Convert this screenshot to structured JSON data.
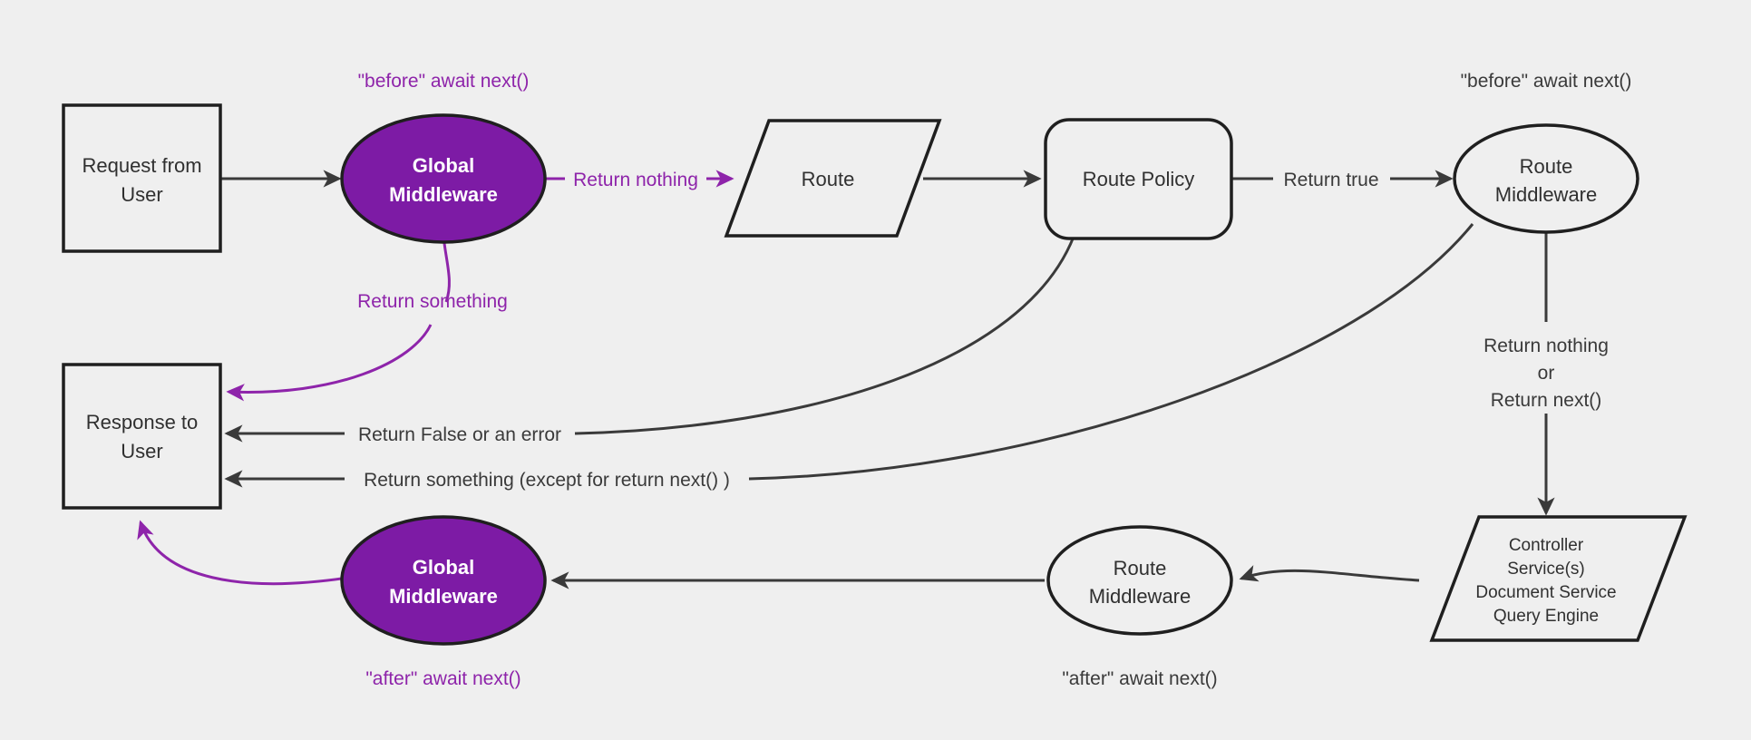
{
  "diagram": {
    "title": "Middleware Request Lifecycle Flow",
    "background_color": "#efefef",
    "accent_color": "#7d1ba5",
    "edge_color": "#3a3a3a",
    "purple_edge_color": "#8e24aa"
  },
  "nodes": {
    "request": {
      "line1": "Request from",
      "line2": "User",
      "shape": "rectangle"
    },
    "global_middleware_top": {
      "line1": "Global",
      "line2": "Middleware",
      "shape": "ellipse",
      "fill": "#7d1ba5"
    },
    "route": {
      "line1": "Route",
      "shape": "parallelogram"
    },
    "route_policy": {
      "line1": "Route Policy",
      "shape": "rounded-rectangle"
    },
    "route_middleware_top": {
      "line1": "Route",
      "line2": "Middleware",
      "shape": "ellipse"
    },
    "controller": {
      "line1": "Controller",
      "line2": "Service(s)",
      "line3": "Document Service",
      "line4": "Query Engine",
      "shape": "parallelogram"
    },
    "route_middleware_bottom": {
      "line1": "Route",
      "line2": "Middleware",
      "shape": "ellipse"
    },
    "global_middleware_bottom": {
      "line1": "Global",
      "line2": "Middleware",
      "shape": "ellipse",
      "fill": "#7d1ba5"
    },
    "response": {
      "line1": "Response to",
      "line2": "User",
      "shape": "rectangle"
    }
  },
  "annotations": {
    "before_await_next_global": "\"before\" await next()",
    "before_await_next_route": "\"before\" await next()",
    "after_await_next_global": "\"after\" await next()",
    "after_await_next_route": "\"after\" await next()"
  },
  "edge_labels": {
    "return_nothing": "Return nothing",
    "return_something": "Return something",
    "return_true": "Return true",
    "return_nothing_or_line1": "Return nothing",
    "return_nothing_or_line2": "or",
    "return_nothing_or_line3": "Return next()",
    "return_false_or_error": "Return False or an error",
    "return_something_except": "Return something (except for return next() )"
  }
}
